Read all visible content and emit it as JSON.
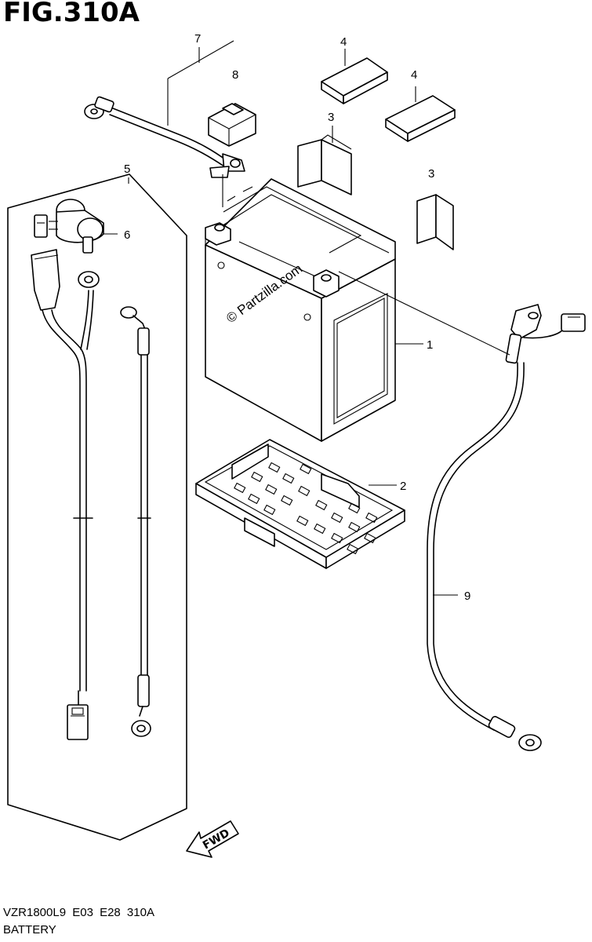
{
  "figure": {
    "title": "FIG.310A",
    "model_code": "VZR1800L9  E03  E28  310A",
    "name": "BATTERY"
  },
  "watermark": "© Partzilla.com",
  "fwd_label": "FWD",
  "callouts": {
    "c1": "1",
    "c2": "2",
    "c3a": "3",
    "c3b": "3",
    "c4a": "4",
    "c4b": "4",
    "c5": "5",
    "c6": "6",
    "c7": "7",
    "c8": "8",
    "c9": "9"
  }
}
